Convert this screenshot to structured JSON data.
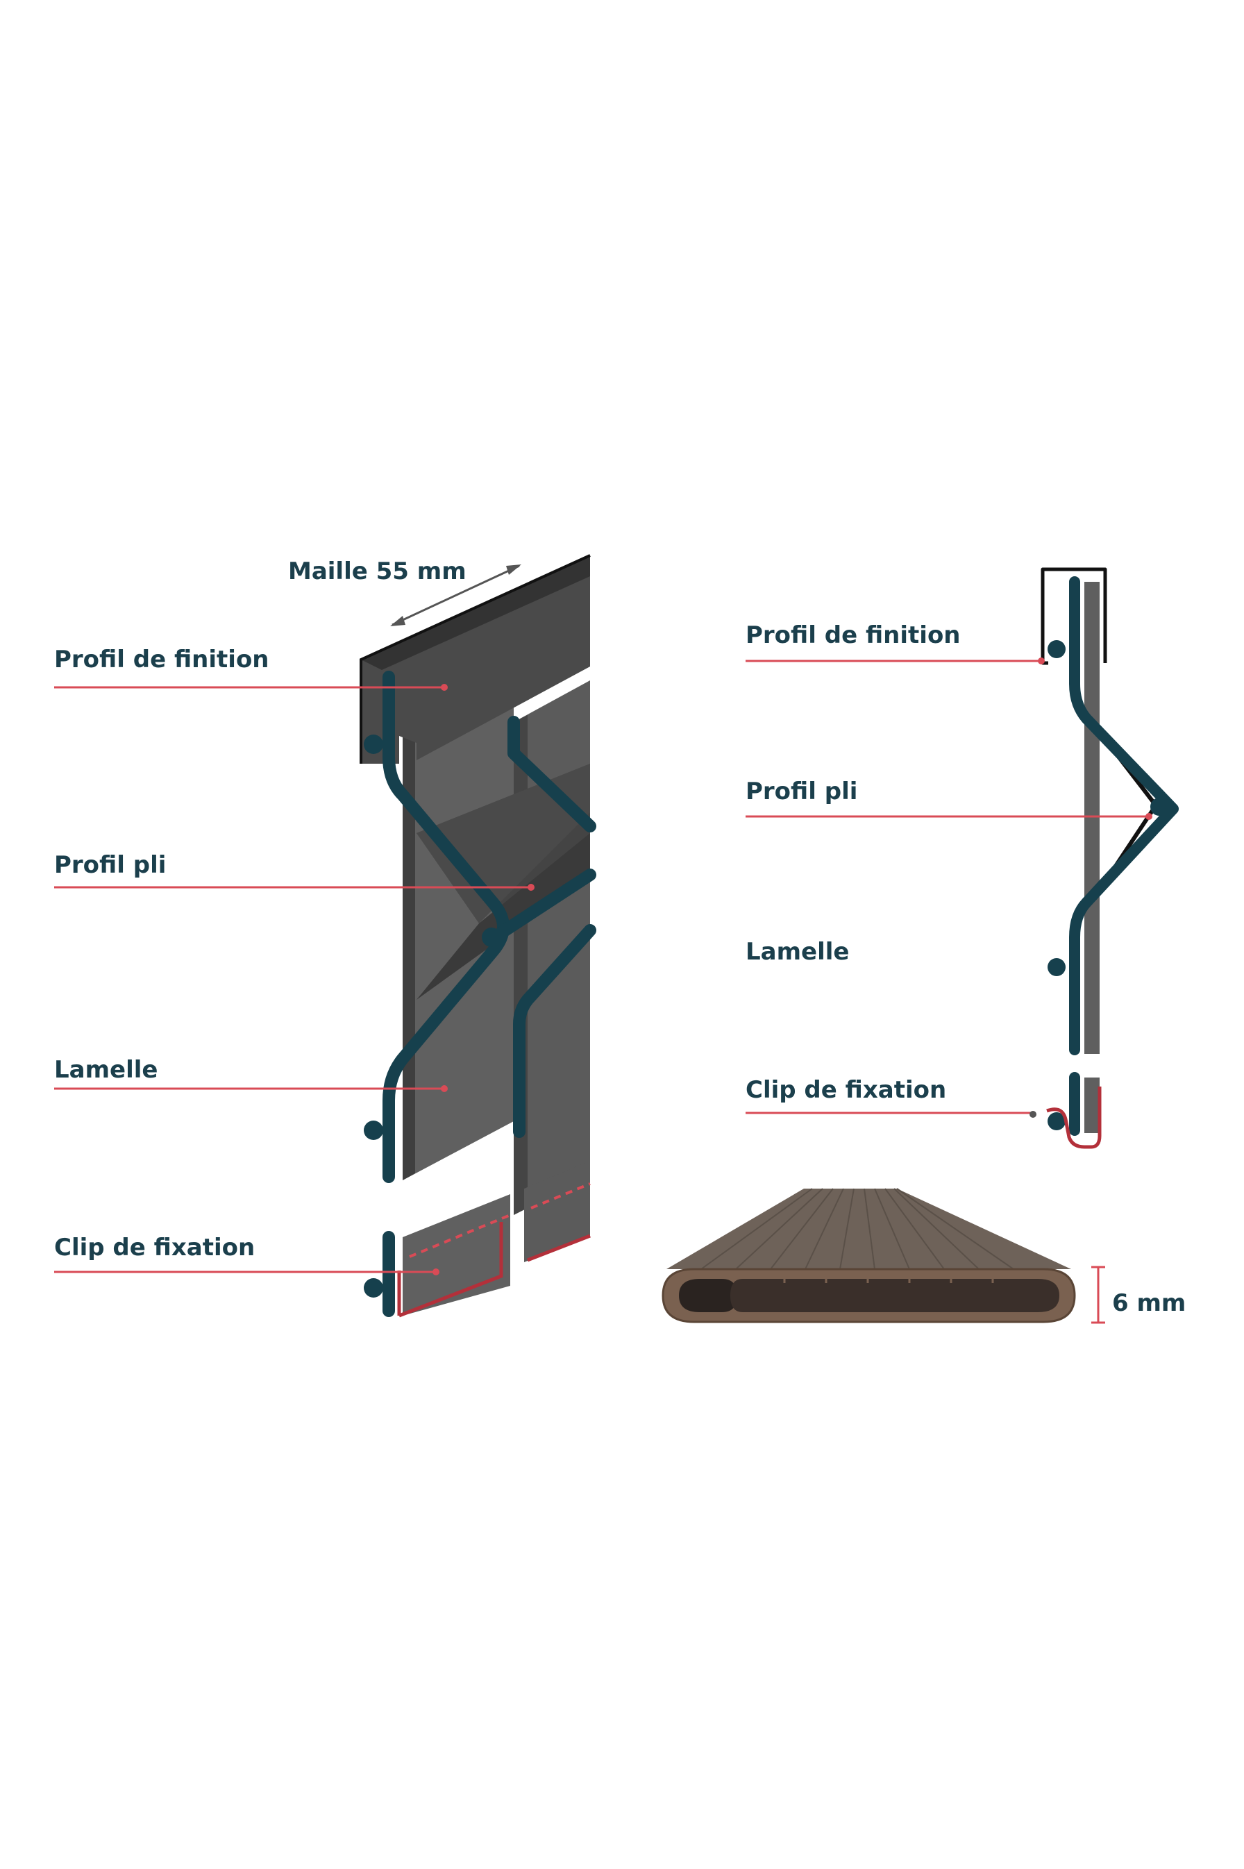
{
  "labels": {
    "maille": "Maille 55 mm",
    "left": {
      "profil_finition": "Profil de finition",
      "profil_pli": "Profil pli",
      "lamelle": "Lamelle",
      "clip": "Clip de fixation"
    },
    "right": {
      "profil_finition": "Profil de finition",
      "profil_pli": "Profil pli",
      "lamelle": "Lamelle",
      "clip": "Clip de fixation"
    },
    "thickness": "6 mm"
  },
  "colors": {
    "teal": "#16404d",
    "dark_panel": "#4a4a4a",
    "slat": "#5f5f5f",
    "slat_dark": "#404040",
    "leader": "#d94b56",
    "clip_red": "#b3303a",
    "brown": "#6b5a4a"
  }
}
